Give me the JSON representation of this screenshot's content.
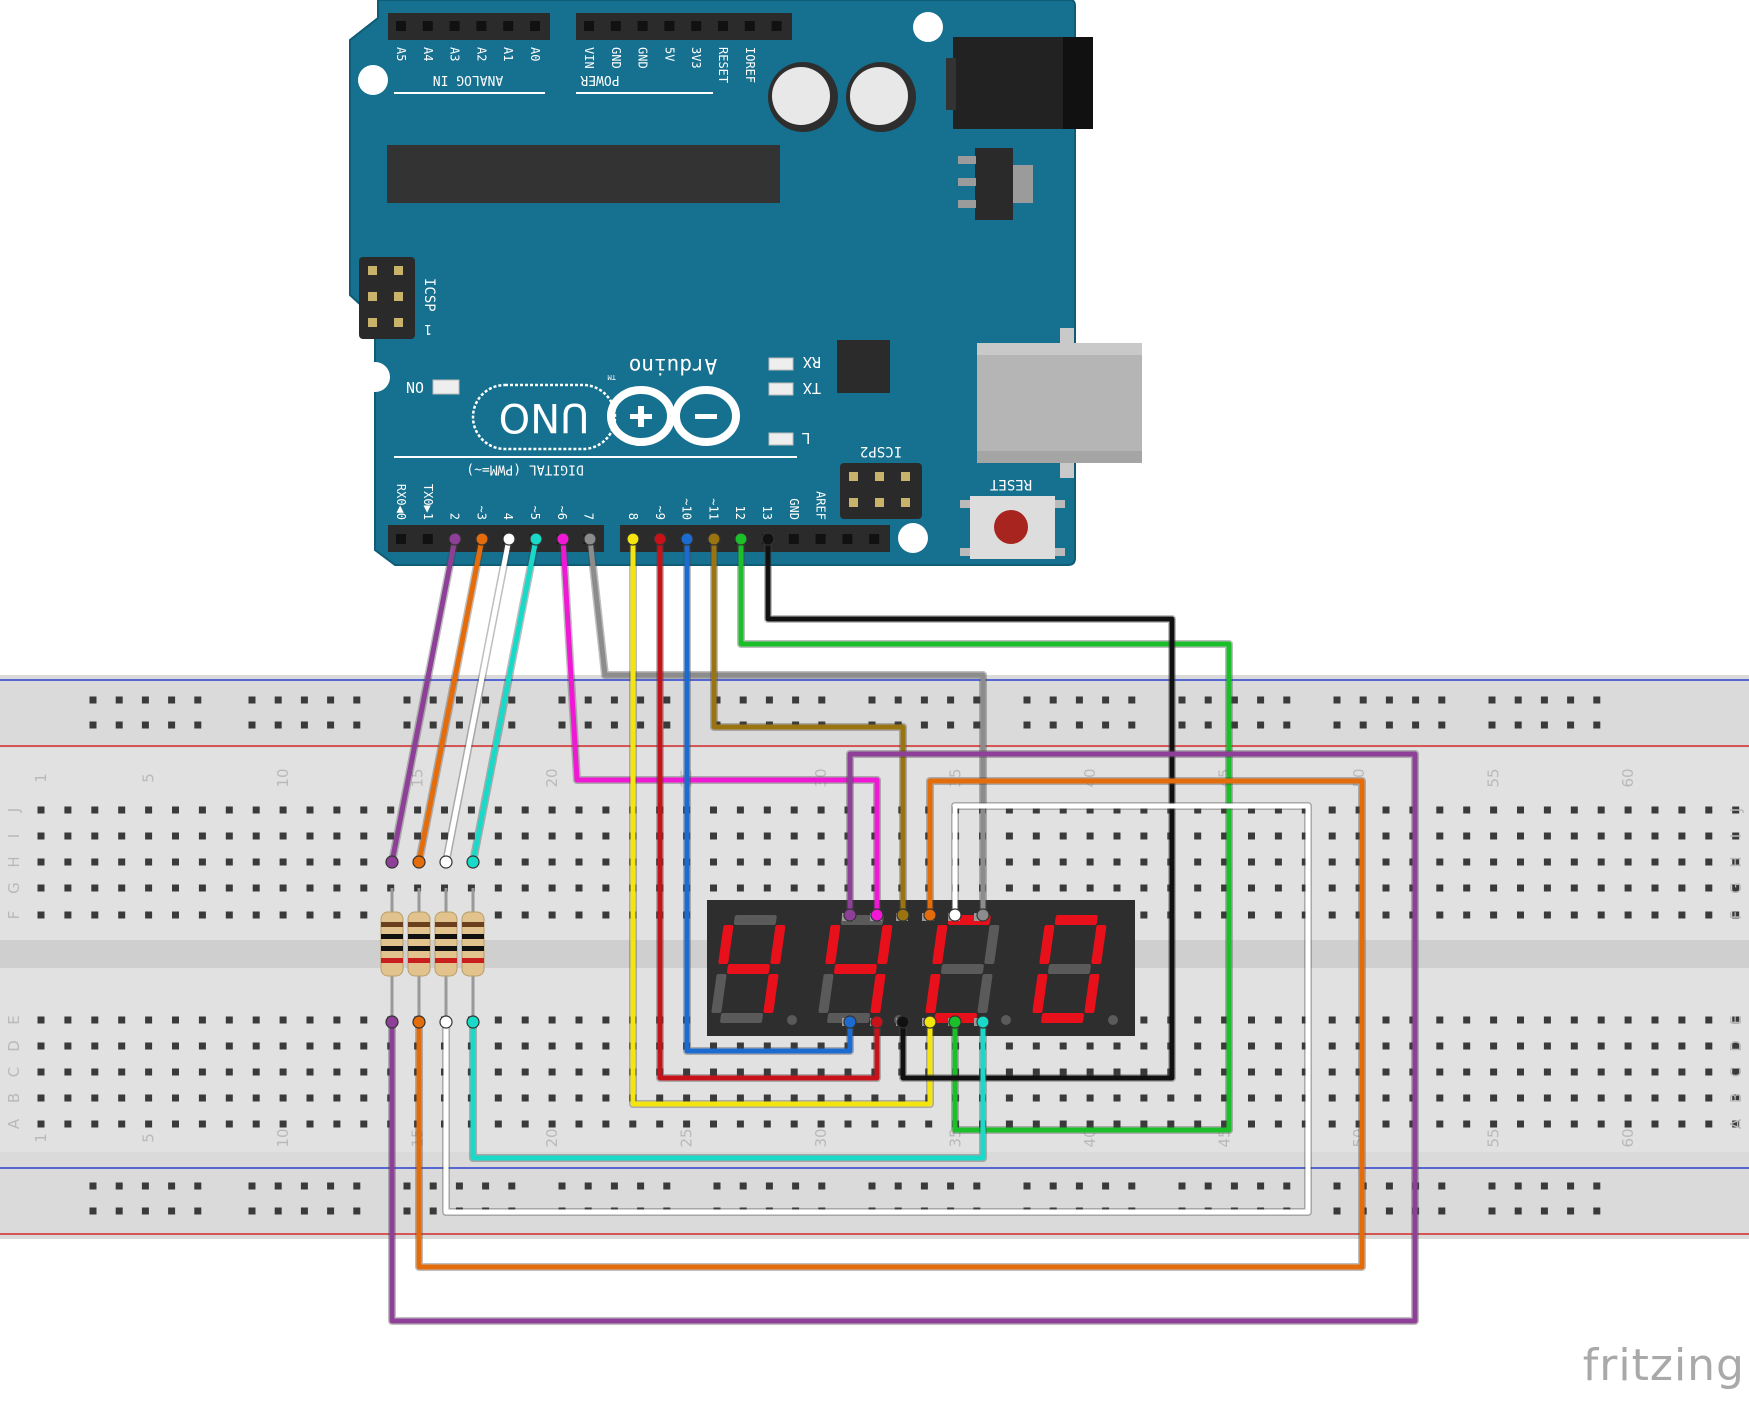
{
  "watermark": "fritzing",
  "colors": {
    "board": "#16708f",
    "breadboard": "#d9d9d9",
    "rail_red": "#d42b2b",
    "rail_blue": "#2a3fcf",
    "segment_on": "#e8101a",
    "segment_off": "#5a5a5a"
  },
  "arduino": {
    "analog_pins": [
      "A5",
      "A4",
      "A3",
      "A2",
      "A1",
      "A0"
    ],
    "analog_header": "ANALOG IN",
    "power_pins": [
      "VIN",
      "GND",
      "GND",
      "5V",
      "3V3",
      "RESET",
      "IOREF"
    ],
    "power_header": "POWER",
    "icsp_label": "ICSP",
    "icsp_pin1": "1",
    "icsp2_label": "ICSP2",
    "reset_label": "RESET",
    "on_label": "ON",
    "rx_label": "RX",
    "tx_label": "TX",
    "l_label": "L",
    "brand": "Arduino",
    "tm": "TM",
    "model": "UNO",
    "digital_header": "DIGITAL (PWM=~)",
    "digital_pins_low": [
      "RX0◀0",
      "TX0▶1",
      "2",
      "~3",
      "4",
      "~5",
      "~6",
      "7"
    ],
    "digital_pins_high": [
      "8",
      "~9",
      "~10",
      "~11",
      "12",
      "13",
      "GND",
      "AREF"
    ]
  },
  "breadboard": {
    "column_numbers": [
      "1",
      "5",
      "10",
      "15",
      "20",
      "25",
      "30",
      "35",
      "40",
      "45",
      "50",
      "55",
      "60"
    ],
    "row_letters_top": [
      "J",
      "I",
      "H",
      "G",
      "F"
    ],
    "row_letters_bottom": [
      "E",
      "D",
      "C",
      "B",
      "A"
    ]
  },
  "display": {
    "digits": [
      "4",
      "4",
      "C",
      "0"
    ],
    "icon": "seven-segment-display-icon"
  },
  "resistors": {
    "count": 4,
    "icon": "resistor-icon"
  },
  "wires": [
    {
      "name": "wire-pin2",
      "color": "#8e3f97"
    },
    {
      "name": "wire-pin3",
      "color": "#e46c0a"
    },
    {
      "name": "wire-pin4",
      "color": "#ffffff"
    },
    {
      "name": "wire-pin5",
      "color": "#19d9c9"
    },
    {
      "name": "wire-pin6",
      "color": "#f018d4"
    },
    {
      "name": "wire-pin7",
      "color": "#8c8c8c"
    },
    {
      "name": "wire-pin8",
      "color": "#f5e50e"
    },
    {
      "name": "wire-pin9",
      "color": "#c8121a"
    },
    {
      "name": "wire-pin10",
      "color": "#1b6bd0"
    },
    {
      "name": "wire-pin11",
      "color": "#9b7412"
    },
    {
      "name": "wire-pin12",
      "color": "#1bbf2a"
    },
    {
      "name": "wire-pin13",
      "color": "#111111"
    }
  ]
}
